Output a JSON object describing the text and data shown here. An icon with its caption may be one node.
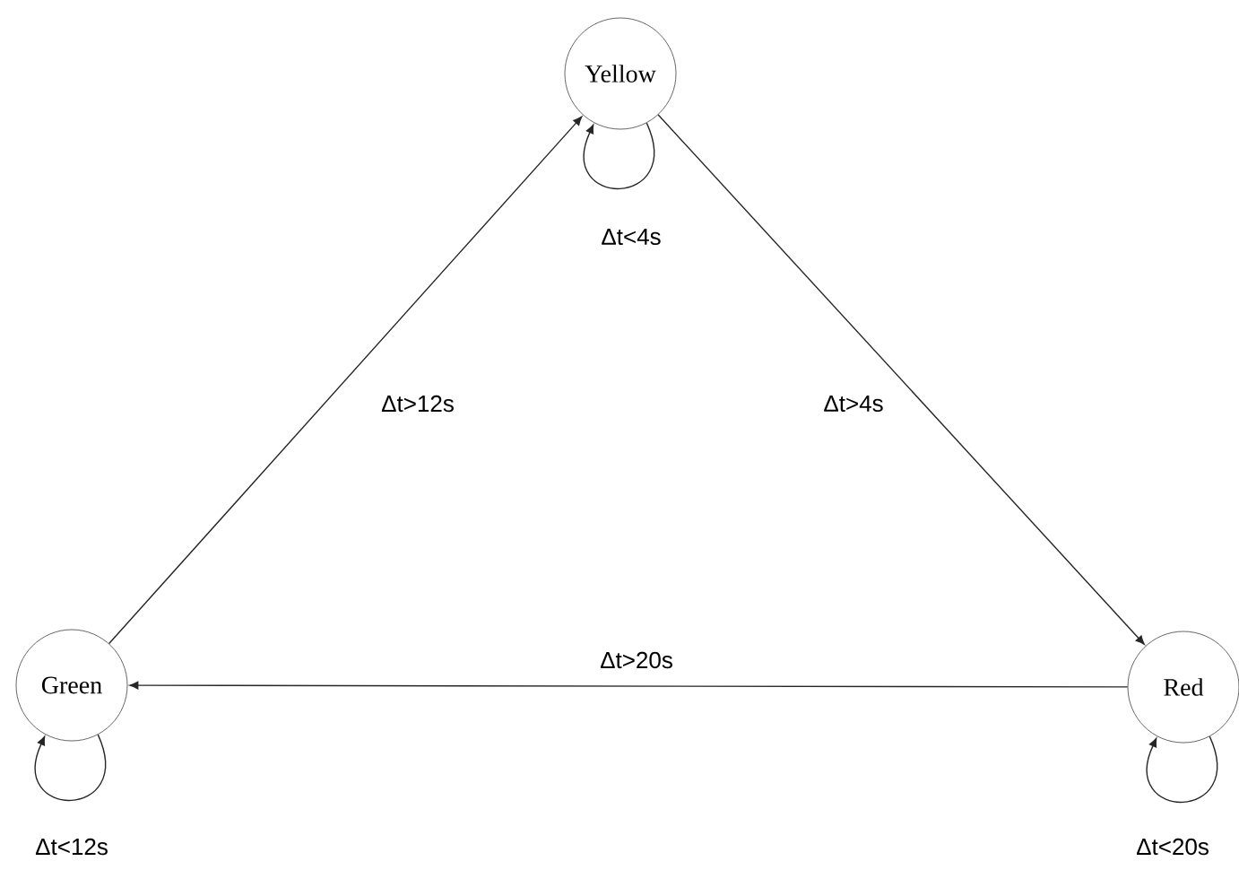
{
  "diagram": {
    "nodes": [
      {
        "text": [
          "Yellow"
        ]
      },
      {
        "text": [
          "Green"
        ]
      },
      {
        "text": [
          "Red"
        ]
      }
    ],
    "edges": [
      {
        "from": 1,
        "to": 0,
        "arrow": "to",
        "label": "Δt>12s"
      },
      {
        "from": 0,
        "to": 2,
        "arrow": "to",
        "label": "Δt>4s"
      },
      {
        "from": 2,
        "to": 1,
        "arrow": "to",
        "label": "Δt>20s"
      },
      {
        "from": 0,
        "to": 0,
        "arrow": "to",
        "label": "Δt<4s"
      },
      {
        "from": 1,
        "to": 1,
        "arrow": "to",
        "label": "Δt<12s"
      },
      {
        "from": 2,
        "to": 2,
        "arrow": "to",
        "label": "Δt<20s"
      }
    ]
  }
}
